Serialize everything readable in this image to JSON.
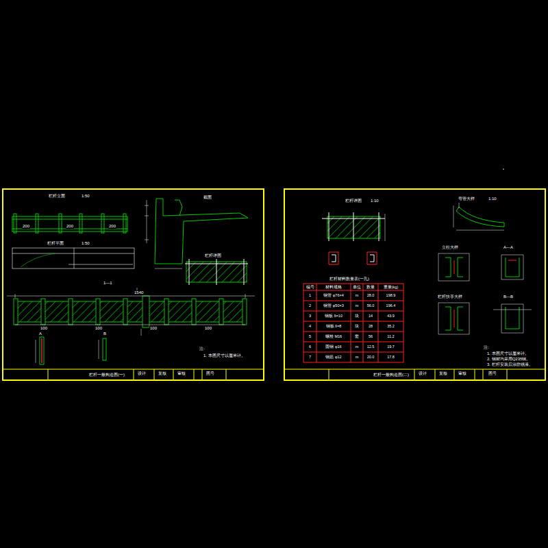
{
  "diagram": {
    "nodes": [
      {
        "text": [
          "栏杆一般构造图(一)"
        ]
      },
      {
        "text": [
          "栏杆一般构造图(二)"
        ]
      }
    ],
    "labels": [
      "栏杆立面",
      "1:50",
      "栏杆平面",
      "1:50",
      "截面",
      "栏杆详图",
      "1—1",
      "200",
      "200",
      "200",
      "100",
      "100",
      "100",
      "100",
      "1540",
      "A",
      "B",
      "注:",
      "1. 本图尺寸以厘米计。",
      "设计",
      "复核",
      "审核",
      "图号",
      "栏杆详图",
      "1:10",
      "栏杆材料数量表(一孔)",
      "编号",
      "材料规格",
      "单位",
      "数量",
      "重量(kg)",
      "1",
      "钢管 φ76×4",
      "m",
      "28.0",
      "198.9",
      "2",
      "钢管 φ50×3",
      "m",
      "56.0",
      "196.4",
      "3",
      "钢板 δ=10",
      "块",
      "14",
      "43.9",
      "4",
      "钢板 δ=8",
      "块",
      "28",
      "35.2",
      "5",
      "螺栓 M16",
      "套",
      "56",
      "11.2",
      "6",
      "圆钢 φ16",
      "m",
      "12.5",
      "19.7",
      "7",
      "钢筋 φ12",
      "m",
      "20.0",
      "17.8",
      "弯管大样",
      "1:10",
      "立柱大样",
      "A—A",
      "栏杆扶手大样",
      "B—B",
      "注:",
      "1. 本图尺寸以厘米计。",
      "2. 钢材均采用Q235钢。",
      "3. 栏杆安装后涂防锈漆。",
      "设计",
      "复核",
      "审核",
      "图号"
    ]
  }
}
